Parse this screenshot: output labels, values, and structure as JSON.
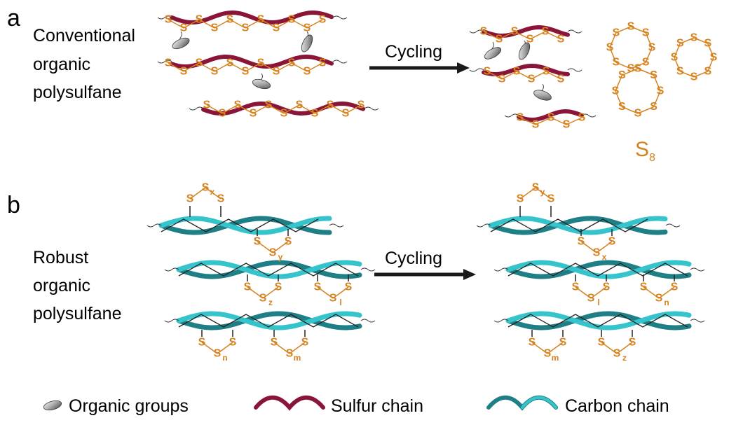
{
  "panel_a": {
    "letter": "a",
    "label_lines": [
      "Conventional",
      "organic",
      "polysulfane"
    ],
    "arrow_label": "Cycling",
    "atom": "S",
    "s8_label": "S",
    "s8_sub": "8"
  },
  "panel_b": {
    "letter": "b",
    "label_lines": [
      "Robust",
      "organic",
      "polysulfane"
    ],
    "arrow_label": "Cycling",
    "atom": "S",
    "before_subscripts": [
      "x",
      "y",
      "z",
      "l",
      "n",
      "m"
    ],
    "after_subscripts": [
      "y",
      "x",
      "l",
      "n",
      "m",
      "z"
    ]
  },
  "legend": {
    "organic_groups": "Organic groups",
    "sulfur_chain": "Sulfur chain",
    "carbon_chain": "Carbon chain"
  },
  "colors": {
    "sulfur_atom": "#d6821f",
    "sulfur_chain": "#8a1538",
    "carbon_chain_dark": "#1f7f86",
    "carbon_chain_light": "#35c4cc",
    "organic_group": "#9a9a9a"
  }
}
